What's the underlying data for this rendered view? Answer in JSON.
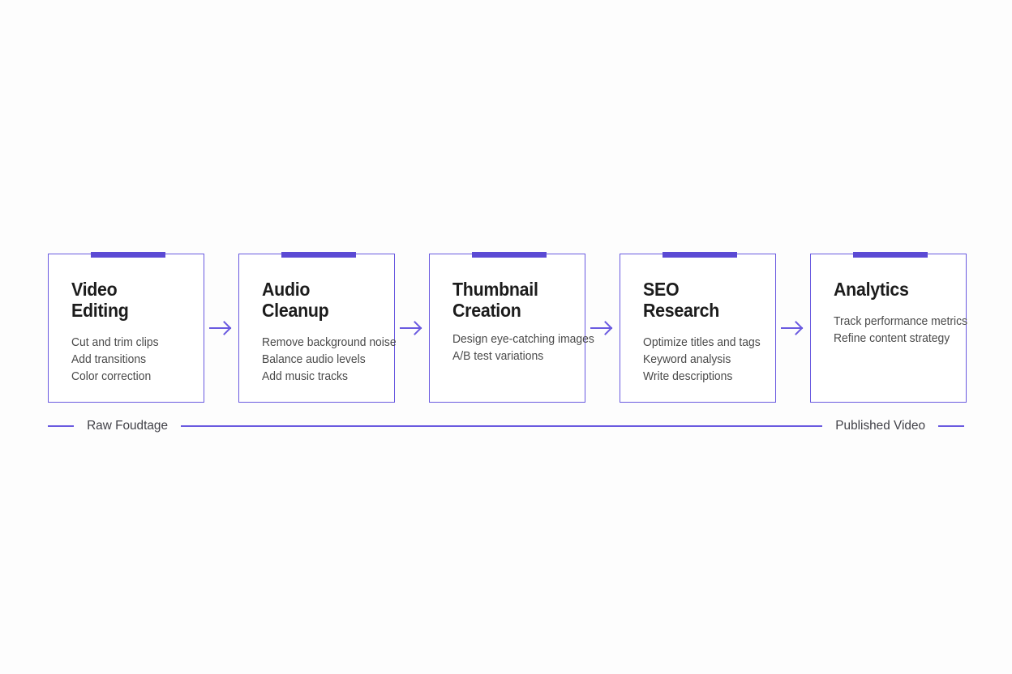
{
  "canvas": {
    "background": "#fdfdfd",
    "accent_color": "#5b4ad4",
    "border_color": "#6a5ae0",
    "title_color": "#1c1c1c",
    "item_color": "#4a4a4a",
    "label_color": "#3f3f46"
  },
  "flow": {
    "arrow_glyph": "→",
    "steps": [
      {
        "title": "Video Editing",
        "items": [
          "Cut and trim clips",
          "Add transitions",
          "Color correction"
        ]
      },
      {
        "title": "Audio Cleanup",
        "items": [
          "Remove background noise",
          "Balance audio levels",
          "Add music tracks"
        ]
      },
      {
        "title": "Thumbnail\nCreation",
        "items": [
          "Design eye-catching images",
          "A/B test variations"
        ]
      },
      {
        "title": "SEO Research",
        "items": [
          "Optimize titles and tags",
          "Keyword analysis",
          "Write descriptions"
        ]
      },
      {
        "title": "Analytics",
        "items": [
          "Track performance metrics",
          "Refine content strategy"
        ]
      }
    ]
  },
  "rail": {
    "start_label": "Raw Foudtage",
    "end_label": "Published Video"
  }
}
